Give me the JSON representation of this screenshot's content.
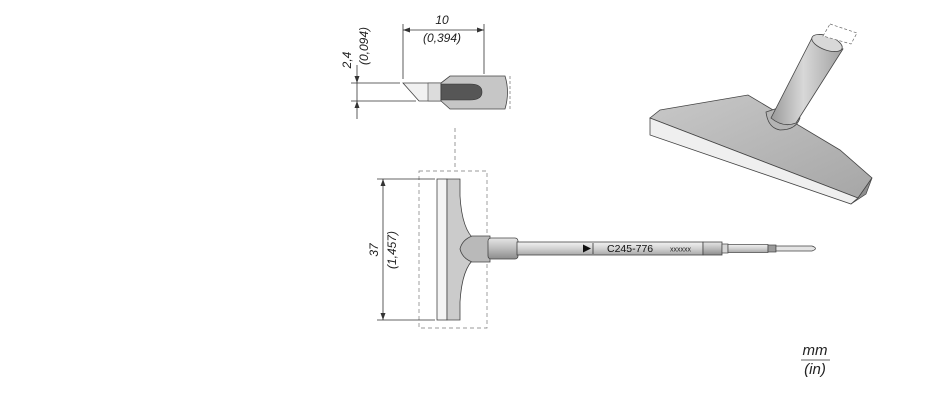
{
  "dimensions": {
    "tip_length_mm": "10",
    "tip_length_in": "(0,394)",
    "tip_thickness_mm": "2,4",
    "tip_thickness_in": "(0,094)",
    "blade_width_mm": "37",
    "blade_width_in": "(1,457)"
  },
  "cartridge": {
    "part_number": "C245-776",
    "serial": "xxxxxx"
  },
  "units": {
    "primary": "mm",
    "secondary": "(in)"
  },
  "colors": {
    "outline": "#444444",
    "body_light": "#e8e8e8",
    "body_mid": "#c4c4c4",
    "body_dark": "#555555",
    "dimension": "#333333"
  }
}
